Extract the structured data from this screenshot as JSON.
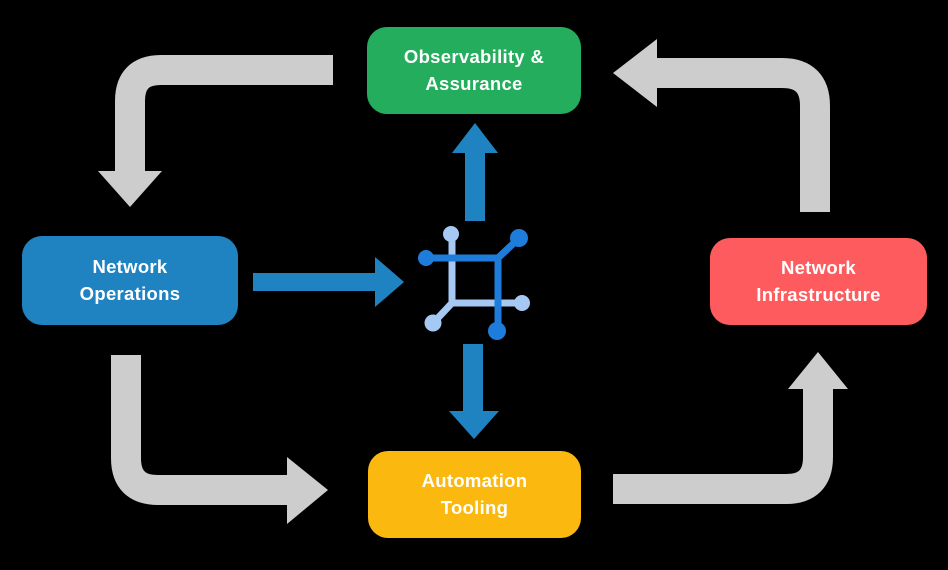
{
  "diagram": {
    "nodes": {
      "observability": {
        "label": "Observability &\nAssurance",
        "color": "#23AD5C"
      },
      "operations": {
        "label": "Network\nOperations",
        "color": "#2083C1"
      },
      "infrastructure": {
        "label": "Network\nInfrastructure",
        "color": "#FD5B5E"
      },
      "automation": {
        "label": "Automation\nTooling",
        "color": "#FBB80F"
      }
    },
    "colors": {
      "background": "#000000",
      "node_text": "#FFFFFF",
      "cycle_arrow": "#CDCDCD",
      "flow_arrow": "#2083C1",
      "icon_dark": "#1E7DDA",
      "icon_light": "#A6C9F4"
    },
    "center_icon": "network-mesh-icon",
    "cycle_arrows": [
      {
        "name": "observability-to-operations",
        "direction": "left-then-down"
      },
      {
        "name": "operations-to-automation",
        "direction": "down-then-right"
      },
      {
        "name": "automation-to-infrastructure",
        "direction": "right-then-up"
      },
      {
        "name": "infrastructure-to-observability",
        "direction": "up-then-left"
      }
    ],
    "flow_arrows": [
      {
        "name": "operations-to-center",
        "direction": "right"
      },
      {
        "name": "center-to-observability",
        "direction": "up"
      },
      {
        "name": "center-to-automation",
        "direction": "down"
      }
    ]
  }
}
